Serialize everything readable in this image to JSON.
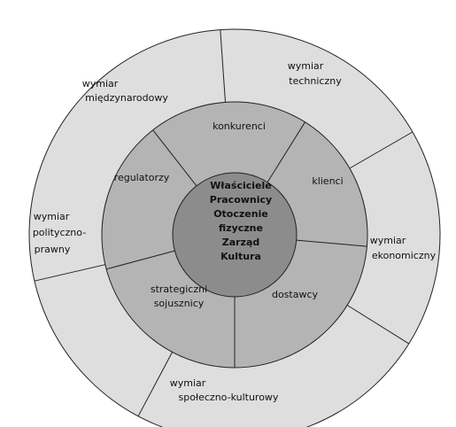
{
  "colors": {
    "outer_ring": "#dedede",
    "middle_ring": "#b4b4b4",
    "core": "#8c8c8c",
    "stroke": "#222222"
  },
  "core_lines": [
    "Właściciele",
    "Pracownicy",
    "Otoczenie",
    "fizyczne",
    "Zarząd",
    "Kultura"
  ],
  "middle_segments": [
    {
      "id": "konkurenci",
      "lines": [
        "konkurenci"
      ]
    },
    {
      "id": "klienci",
      "lines": [
        "klienci"
      ]
    },
    {
      "id": "dostawcy",
      "lines": [
        "dostawcy"
      ]
    },
    {
      "id": "strategiczni-sojusznicy",
      "lines": [
        "strategiczni",
        "sojusznicy"
      ]
    },
    {
      "id": "regulatorzy",
      "lines": [
        "regulatorzy"
      ]
    }
  ],
  "outer_segments": [
    {
      "id": "wymiar-techniczny",
      "lines": [
        "wymiar",
        "techniczny"
      ]
    },
    {
      "id": "wymiar-ekonomiczny",
      "lines": [
        "wymiar",
        "ekonomiczny"
      ]
    },
    {
      "id": "wymiar-spoleczno-kulturowy",
      "lines": [
        "wymiar",
        "społeczno-kulturowy"
      ]
    },
    {
      "id": "wymiar-polityczno-prawny",
      "lines": [
        "wymiar",
        "polityczno-",
        "prawny"
      ]
    },
    {
      "id": "wymiar-miedzynarodowy",
      "lines": [
        "wymiar",
        "międzynarodowy"
      ]
    }
  ]
}
